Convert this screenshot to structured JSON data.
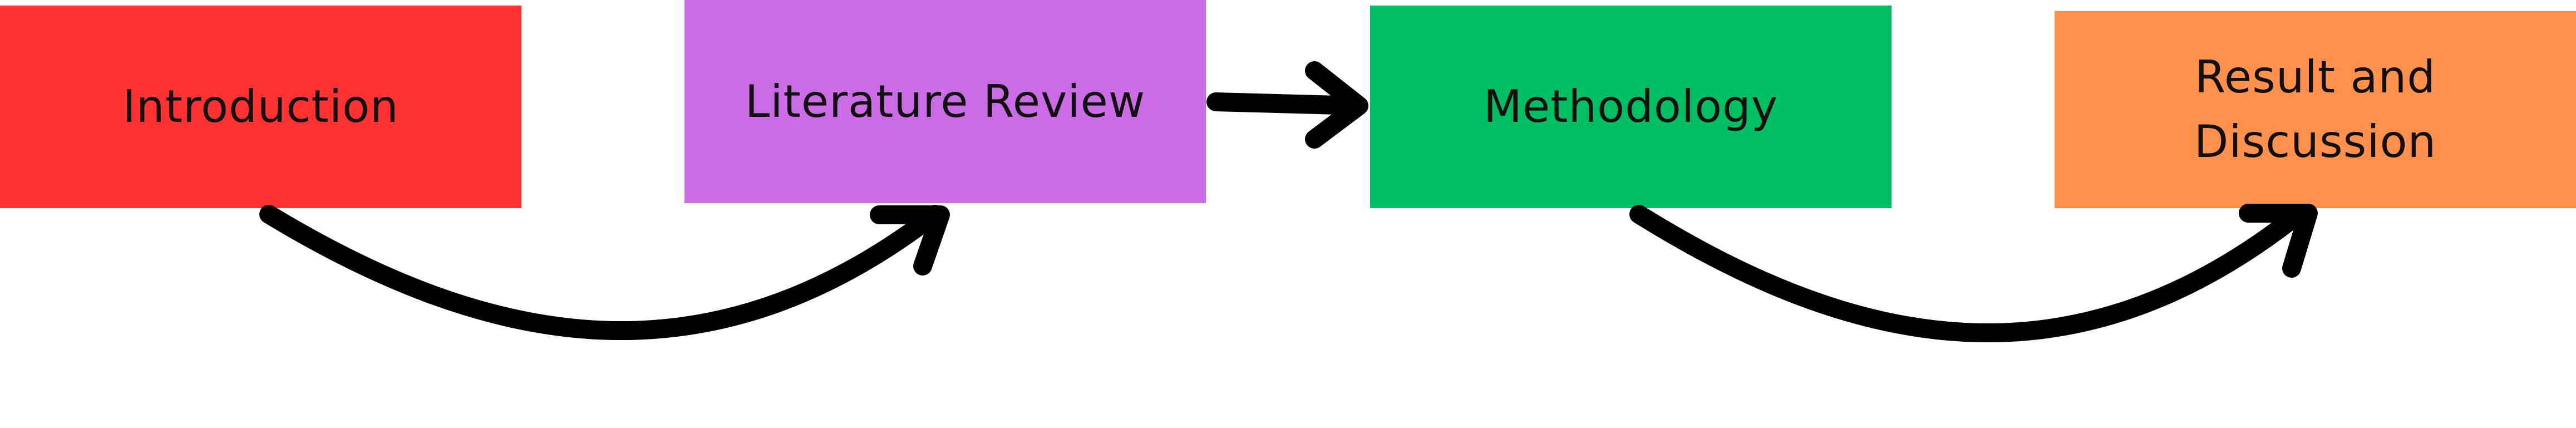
{
  "diagram": {
    "steps": [
      {
        "label": "Introduction",
        "color": "#ff3131"
      },
      {
        "label": "Literature Review",
        "color": "#cb6ce6"
      },
      {
        "label": "Methodology",
        "color": "#00bf63"
      },
      {
        "label": "Result and\nDiscussion",
        "color": "#ff914d"
      }
    ],
    "connectors": [
      {
        "from": "Introduction",
        "to": "Literature Review",
        "style": "curved"
      },
      {
        "from": "Literature Review",
        "to": "Methodology",
        "style": "straight"
      },
      {
        "from": "Methodology",
        "to": "Result and\nDiscussion",
        "style": "curved"
      }
    ],
    "arrow_color": "#000000"
  }
}
